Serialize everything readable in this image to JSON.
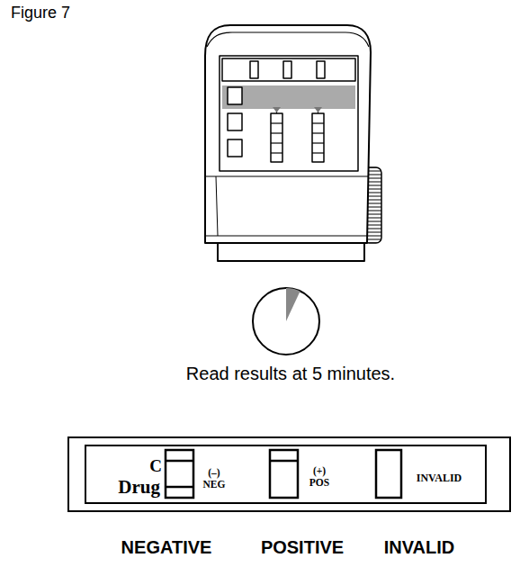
{
  "diagram": {
    "title": "Figure 7",
    "nodes": [
      {
        "text": [
          "C",
          "Drug",
          "(–) NEG",
          "(+) POS",
          "INVALID"
        ]
      }
    ],
    "labels": [
      "Read results at 5 minutes.",
      "NEGATIVE",
      "POSITIVE",
      "INVALID"
    ]
  }
}
